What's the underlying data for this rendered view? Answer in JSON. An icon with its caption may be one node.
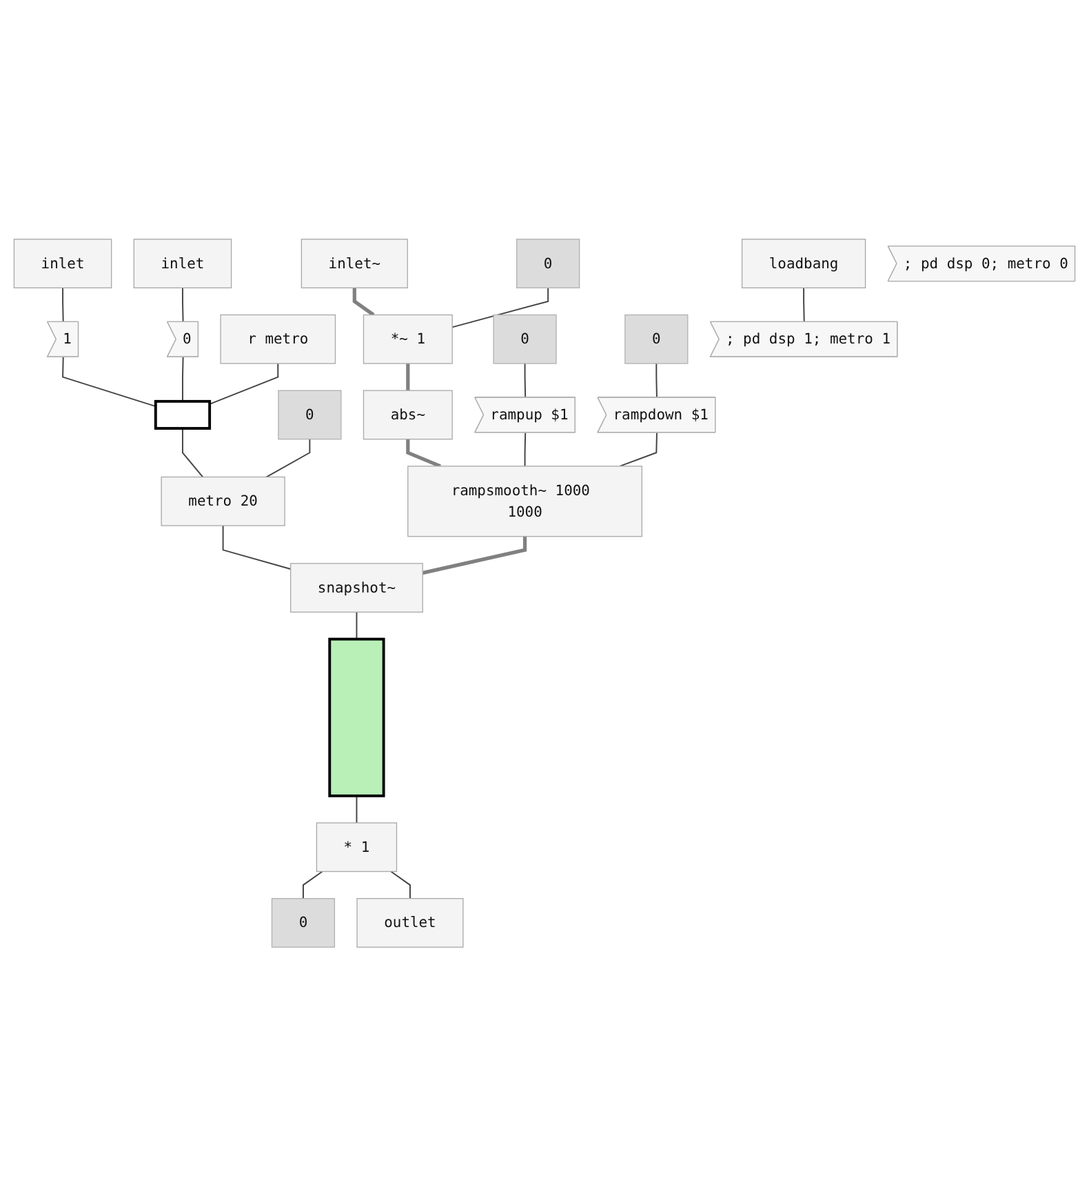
{
  "diagram": {
    "nodes": [
      {
        "text": [
          "inlet"
        ]
      },
      {
        "text": [
          "inlet"
        ]
      },
      {
        "text": [
          "inlet~"
        ]
      },
      {
        "text": [
          "1"
        ]
      },
      {
        "text": [
          "0"
        ]
      },
      {
        "text": [
          "0"
        ]
      },
      {
        "text": [
          "*~ 1"
        ]
      },
      {
        "text": [
          "r metro"
        ]
      },
      {
        "text": [
          "0"
        ]
      },
      {
        "text": [
          "0"
        ]
      },
      {
        "text": [],
        "shape": "box"
      },
      {
        "text": [
          "abs~"
        ]
      },
      {
        "text": [
          "rampup $1"
        ]
      },
      {
        "text": [
          "rampdown $1"
        ]
      },
      {
        "text": [
          "0"
        ]
      },
      {
        "text": [
          "metro 20"
        ]
      },
      {
        "text": [
          "rampsmooth~ 1000 1000"
        ]
      },
      {
        "text": [
          "snapshot~"
        ]
      },
      {
        "text": [
          "loadbang"
        ]
      },
      {
        "text": [
          "; pd dsp 1; metro 1"
        ]
      },
      {
        "text": [],
        "shape": "bar"
      },
      {
        "text": [
          "; pd dsp 0; metro 0"
        ]
      },
      {
        "text": [
          "* 1"
        ]
      },
      {
        "text": [
          "0"
        ]
      },
      {
        "text": [
          "outlet"
        ]
      }
    ],
    "edges": [
      {
        "from": 0,
        "to": 3,
        "arrow": "none"
      },
      {
        "from": 1,
        "to": 4,
        "arrow": "none"
      },
      {
        "from": 2,
        "to": 6,
        "arrow": "none",
        "style": "thick",
        "color": "#808080"
      },
      {
        "from": 5,
        "to": 6,
        "arrow": "none"
      },
      {
        "from": 3,
        "to": 10,
        "arrow": "none"
      },
      {
        "from": 4,
        "to": 10,
        "arrow": "none"
      },
      {
        "from": 7,
        "to": 10,
        "arrow": "none"
      },
      {
        "from": 6,
        "to": 11,
        "arrow": "none",
        "style": "thick",
        "color": "#808080"
      },
      {
        "from": 8,
        "to": 12,
        "arrow": "none"
      },
      {
        "from": 9,
        "to": 13,
        "arrow": "none"
      },
      {
        "from": 10,
        "to": 15,
        "arrow": "none"
      },
      {
        "from": 14,
        "to": 15,
        "arrow": "none"
      },
      {
        "from": 11,
        "to": 16,
        "arrow": "none",
        "style": "thick",
        "color": "#808080"
      },
      {
        "from": 12,
        "to": 16,
        "arrow": "none"
      },
      {
        "from": 13,
        "to": 16,
        "arrow": "none"
      },
      {
        "from": 15,
        "to": 17,
        "arrow": "none"
      },
      {
        "from": 16,
        "to": 17,
        "arrow": "none",
        "style": "thick",
        "color": "#808080"
      },
      {
        "from": 18,
        "to": 19,
        "arrow": "none"
      },
      {
        "from": 17,
        "to": 20,
        "arrow": "none"
      },
      {
        "from": 20,
        "to": 22,
        "arrow": "none"
      },
      {
        "from": 22,
        "to": 23,
        "arrow": "none"
      },
      {
        "from": 22,
        "to": 24,
        "arrow": "none"
      }
    ]
  }
}
